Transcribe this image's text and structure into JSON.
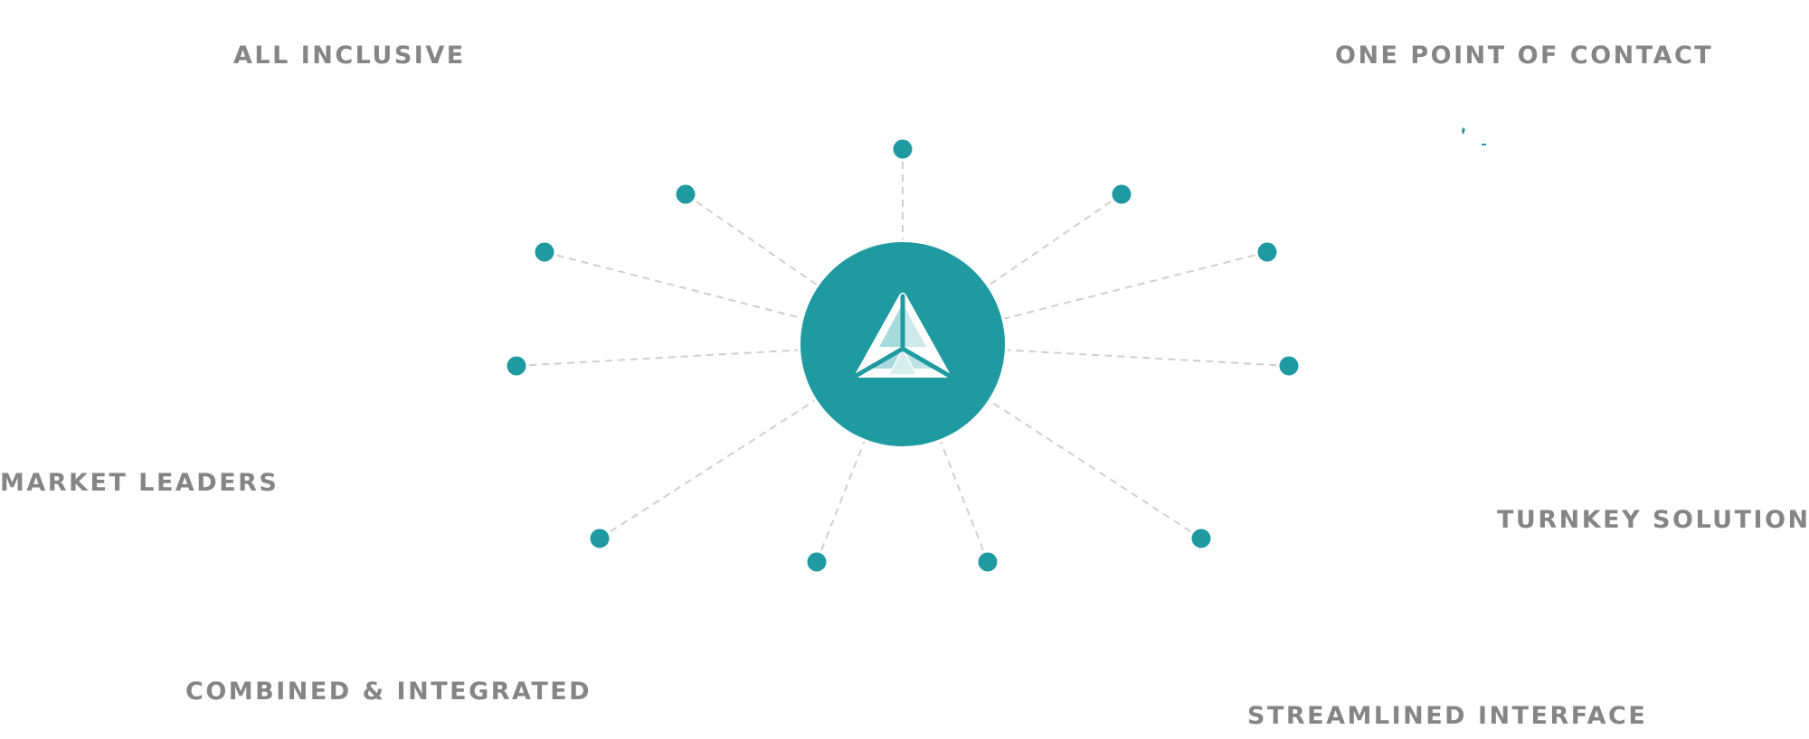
{
  "colors": {
    "accent": "#1e9aa0",
    "label": "#858585",
    "connector": "#cfcfcf",
    "logo": "#ffffff"
  },
  "labels": {
    "all_inclusive": "ALL INCLUSIVE",
    "one_point_of_contact": "ONE POINT OF CONTACT",
    "market_leaders": "MARKET LEADERS",
    "turnkey_solutions": "TURNKEY SOLUTIONS",
    "combined_integrated": "COMBINED & INTEGRATED",
    "streamlined_interface": "STREAMLINED INTERFACE"
  },
  "hub": {
    "icon": "triangle-logo-icon"
  },
  "nodes_count": 10
}
